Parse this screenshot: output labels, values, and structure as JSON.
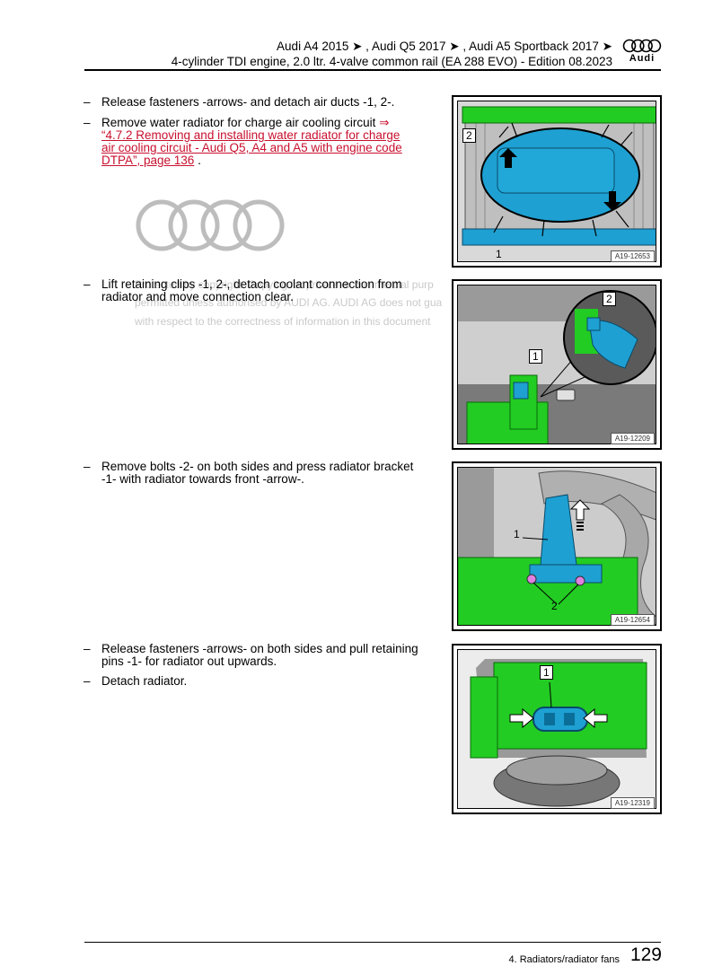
{
  "header": {
    "models_line": "Audi A4 2015 ➤ , Audi Q5 2017 ➤ , Audi A5 Sportback 2017 ➤",
    "engine_line": "4-cylinder TDI engine, 2.0 ltr. 4-valve common rail (EA 288 EVO) - Edition 08.2023",
    "brand": "Audi"
  },
  "watermark": {
    "line1": "Protected by copyright. Copying for private or commercial purp",
    "line2": "permitted unless authorised by AUDI AG. AUDI AG does not gua",
    "line3": "with respect to the correctness of information in this document"
  },
  "steps": [
    {
      "dash": "–",
      "text": "Release fasteners -arrows- and detach air ducts -1, 2-."
    },
    {
      "dash": "–",
      "text": "Remove water radiator for charge air cooling circuit ",
      "arrow": "⇒",
      "link": "“4.7.2 Removing and installing water radiator for charge air cooling circuit - Audi Q5, A4 and A5 with engine code DTPA”, page 136",
      "after": " ."
    },
    {
      "dash": "–",
      "text": "Lift retaining clips -1, 2-, detach coolant connection from radiator and move connection clear."
    },
    {
      "dash": "–",
      "text": "Remove bolts -2- on both sides and press radiator bracket -1- with radiator towards front -arrow-."
    },
    {
      "dash": "–",
      "text": "Release fasteners -arrows- on both sides and pull retaining pins -1- for radiator out upwards."
    },
    {
      "dash": "–",
      "text": "Detach radiator."
    }
  ],
  "figures": [
    {
      "code": "A19-12653",
      "callouts": [
        "2",
        "1"
      ]
    },
    {
      "code": "A19-12209",
      "callouts": [
        "2",
        "1"
      ]
    },
    {
      "code": "A19-12654",
      "callouts": [
        "1",
        "2"
      ]
    },
    {
      "code": "A19-12319",
      "callouts": [
        "1"
      ]
    }
  ],
  "footer": {
    "section": "4. Radiators/radiator fans",
    "page": "129"
  },
  "colors": {
    "link": "#c8102e",
    "part_green": "#22cc22",
    "part_blue": "#1ea0d2",
    "rings_grey": "#bdbdbd"
  }
}
